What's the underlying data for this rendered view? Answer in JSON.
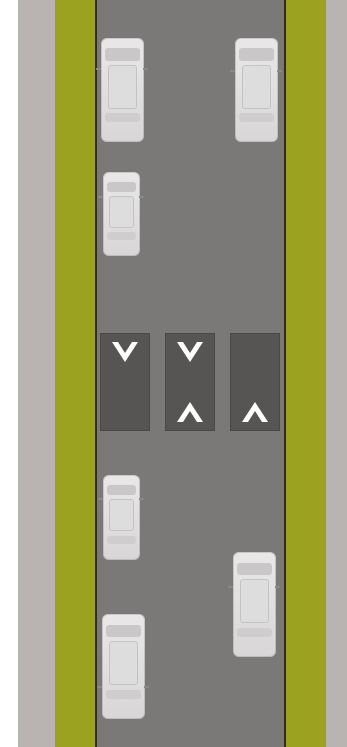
{
  "scene": {
    "description_free": true,
    "colors": {
      "sidewalk": "#b9b3b1",
      "grass_verge": "#9aa21f",
      "road_surface": "#7b7878",
      "curb_line": "#2d2b2b",
      "lane_block": "#575454",
      "chevron": "#ffffff",
      "car_body": "#e2e0e0"
    },
    "lane_blocks": [
      {
        "chevrons": [
          "down"
        ]
      },
      {
        "chevrons": [
          "down",
          "up"
        ]
      },
      {
        "chevrons": [
          "up"
        ]
      }
    ],
    "cars": [
      {
        "lane": "left",
        "orientation": "vertical"
      },
      {
        "lane": "right",
        "orientation": "vertical"
      },
      {
        "lane": "left",
        "orientation": "vertical"
      },
      {
        "lane": "left",
        "orientation": "vertical"
      },
      {
        "lane": "right",
        "orientation": "vertical"
      },
      {
        "lane": "left",
        "orientation": "vertical"
      }
    ]
  }
}
